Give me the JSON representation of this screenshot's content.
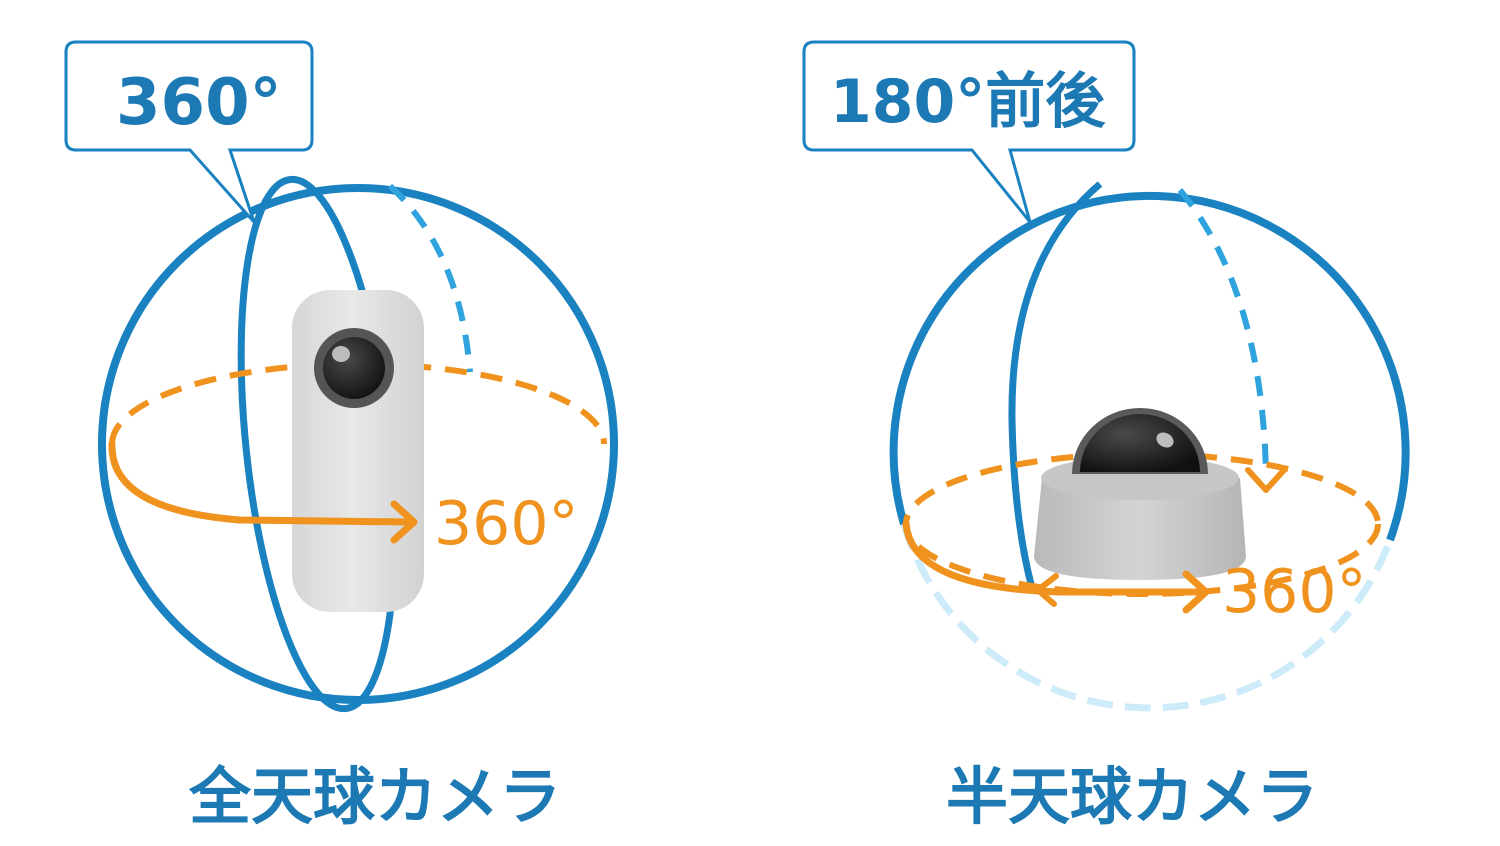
{
  "colors": {
    "sphere_blue": "#1a82c0",
    "dashed_blue": "#2fa3dd",
    "faint_blue": "#cdebf8",
    "orange": "#f0921e",
    "text_blue": "#1c79b3",
    "camera_gray": "#dcdcdc",
    "lens_dark": "#1e1e1e"
  },
  "panels": [
    {
      "callout_label": "360°",
      "rotation_label": "360°",
      "caption": "全天球カメラ",
      "camera_icon": "tubular-360-camera-icon"
    },
    {
      "callout_label": "180°前後",
      "rotation_label": "360°",
      "caption": "半天球カメラ",
      "camera_icon": "dome-camera-icon"
    }
  ]
}
